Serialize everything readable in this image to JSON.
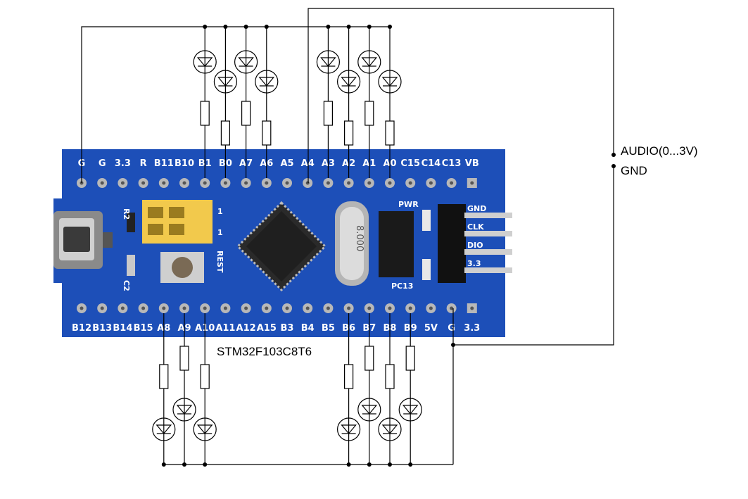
{
  "top_pins": [
    "G",
    "G",
    "3.3",
    "R",
    "B11",
    "B10",
    "B1",
    "B0",
    "A7",
    "A6",
    "A5",
    "A4",
    "A3",
    "A2",
    "A1",
    "A0",
    "C15",
    "C14",
    "C13",
    "VB"
  ],
  "bottom_pins": [
    "B12",
    "B13",
    "B14",
    "B15",
    "A8",
    "A9",
    "A10",
    "A11",
    "A12",
    "A15",
    "B3",
    "B4",
    "B5",
    "B6",
    "B7",
    "B8",
    "B9",
    "5V",
    "G",
    "3.3"
  ],
  "board": {
    "chip_label": "STM32F103C8T6",
    "reset_label": "REST",
    "crystal_label": "8.000",
    "pwr_label": "PWR",
    "pc13_label": "PC13",
    "r2_label": "R2",
    "c2_label": "C2",
    "jumper_marks": [
      "1",
      "1"
    ],
    "header_labels": [
      "GND",
      "CLK",
      "DIO",
      "3.3"
    ]
  },
  "labels": {
    "audio": "AUDIO(0...3V)",
    "gnd": "GND"
  },
  "colors": {
    "pcb": "#1d4fb8",
    "pcb_dark": "#13378a",
    "pad": "#b8b8b8",
    "wire": "#000000"
  }
}
